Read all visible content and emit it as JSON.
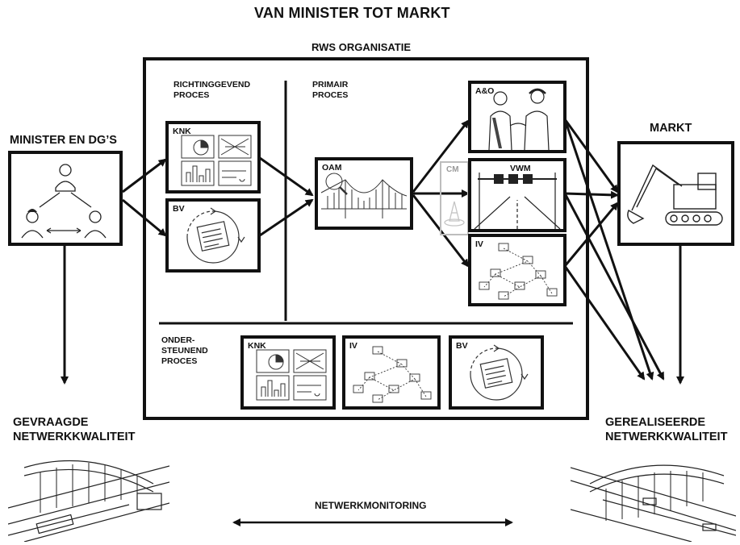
{
  "title": "VAN MINISTER TOT MARKT",
  "organisation_title": "RWS ORGANISATIE",
  "minister_label": "MINISTER EN DG’S",
  "markt_label": "MARKT",
  "richtinggevend": [
    "RICHTINGGEVEND",
    "PROCES"
  ],
  "primair": [
    "PRIMAIR",
    "PROCES"
  ],
  "ondersteunend": [
    "ONDER-",
    "STEUNEND",
    "PROCES"
  ],
  "boxes": {
    "knk": "KNK",
    "bv": "BV",
    "oam": "OAM",
    "cm": "CM",
    "ao": "A&O",
    "vwm": "VWM",
    "iv": "IV",
    "sup_knk": "KNK",
    "sup_iv": "IV",
    "sup_bv": "BV"
  },
  "gevraagde": [
    "GEVRAAGDE",
    "NETWERKKWALITEIT"
  ],
  "gerealiseerde": [
    "GEREALISEERDE",
    "NETWERKKWALITEIT"
  ],
  "monitoring": "NETWERKMONITORING",
  "colors": {
    "ink": "#111111",
    "cm_gray": "#bdbdbd"
  },
  "icons": [
    "people-triangle-icon",
    "dashboard-icon",
    "cycle-process-icon",
    "bridge-icon",
    "handshake-icon",
    "gantry-road-icon",
    "network-icon",
    "excavator-icon",
    "viaduct-sketch-icon"
  ]
}
